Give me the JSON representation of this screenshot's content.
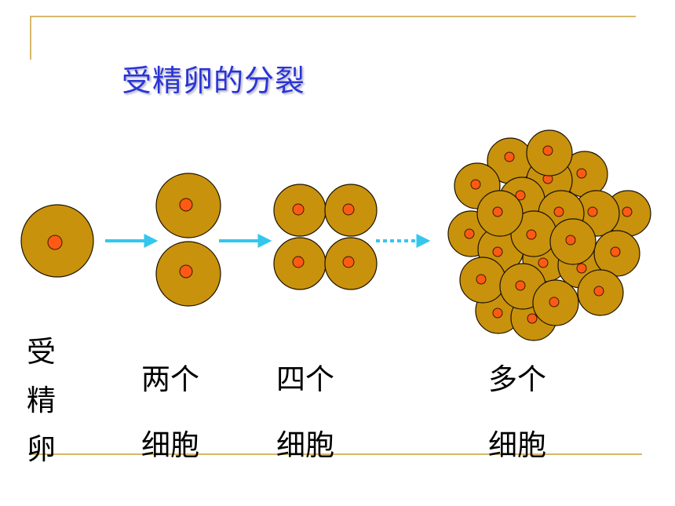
{
  "slide": {
    "title": "受精卵的分裂"
  },
  "colors": {
    "title": "#2a34d6",
    "rule": "#d6b86a",
    "cell_fill": "#c9920c",
    "nucleus_fill": "#ff5a14",
    "arrow": "#33c7ee"
  },
  "stages": [
    {
      "label_lines": [
        "受",
        "精",
        "卵"
      ],
      "cell_count": 1
    },
    {
      "label_lines": [
        "两个",
        "细胞"
      ],
      "cell_count": 2
    },
    {
      "label_lines": [
        "四个",
        "细胞"
      ],
      "cell_count": 4
    },
    {
      "label_lines": [
        "多个",
        "细胞"
      ]
    }
  ]
}
